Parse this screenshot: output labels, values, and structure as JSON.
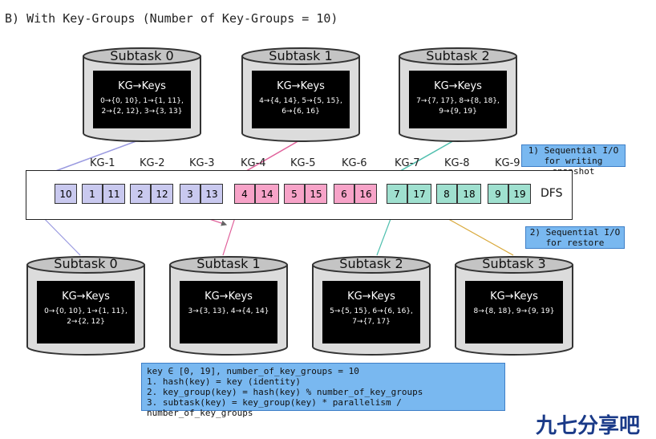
{
  "title": "B) With Key-Groups (Number of Key-Groups = 10)",
  "top_subtasks": [
    {
      "label": "Subtask 0",
      "screen_title": "KG→Keys",
      "lines": [
        "0→{0, 10}, 1→{1, 11},",
        "2→{2, 12}, 3→{3, 13}"
      ]
    },
    {
      "label": "Subtask 1",
      "screen_title": "KG→Keys",
      "lines": [
        "4→{4, 14}, 5→{5, 15},",
        "6→{6, 16}"
      ]
    },
    {
      "label": "Subtask 2",
      "screen_title": "KG→Keys",
      "lines": [
        "7→{7, 17}, 8→{8, 18},",
        "9→{9, 19}"
      ]
    }
  ],
  "kg_labels": [
    "KG-1",
    "KG-2",
    "KG-3",
    "KG-4",
    "KG-5",
    "KG-6",
    "KG-7",
    "KG-8",
    "KG-9"
  ],
  "dfs_cells": [
    "10",
    "1",
    "11",
    "2",
    "12",
    "3",
    "13",
    "4",
    "14",
    "5",
    "15",
    "6",
    "16",
    "7",
    "17",
    "8",
    "18",
    "9",
    "19"
  ],
  "dfs_label": "DFS",
  "note_write": [
    "1) Sequential I/O",
    "for writing snapshot"
  ],
  "note_restore": [
    "2) Sequential I/O",
    "for restore"
  ],
  "bottom_subtasks": [
    {
      "label": "Subtask 0",
      "screen_title": "KG→Keys",
      "lines": [
        "0→{0, 10}, 1→{1, 11},",
        "2→{2, 12}"
      ]
    },
    {
      "label": "Subtask 1",
      "screen_title": "KG→Keys",
      "lines": [
        "3→{3, 13}, 4→{4, 14}"
      ]
    },
    {
      "label": "Subtask 2",
      "screen_title": "KG→Keys",
      "lines": [
        "5→{5, 15}, 6→{6, 16},",
        "7→{7, 17}"
      ]
    },
    {
      "label": "Subtask 3",
      "screen_title": "KG→Keys",
      "lines": [
        "8→{8, 18}, 9→{9, 19}"
      ]
    }
  ],
  "formula_lines": [
    "key ∈ [0, 19], number_of_key_groups = 10",
    "1. hash(key) = key (identity)",
    "2. key_group(key) = hash(key) % number_of_key_groups",
    "3. subtask(key) = key_group(key) * parallelism / number_of_key_groups"
  ],
  "watermark": "九七分享吧",
  "colors": {
    "purple": "#c9c9ef",
    "pink": "#f7a3c8",
    "teal": "#9fe0cf",
    "note_blue": "#79b8f0",
    "screen": "#000000"
  }
}
